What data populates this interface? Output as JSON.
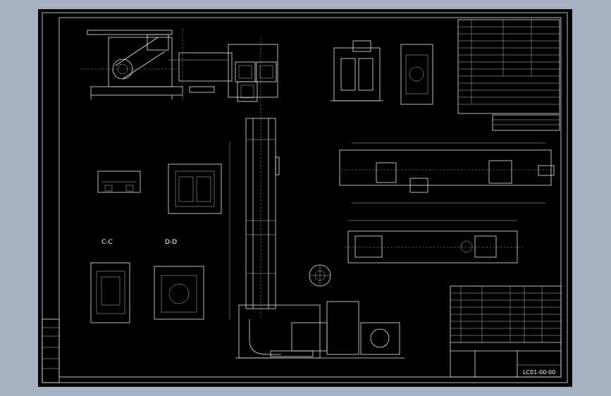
{
  "cad": {
    "background_color": "#000000",
    "frame_color": "#a6b1c1",
    "line_color": "#ffffff"
  },
  "views": {
    "section_c": {
      "label": "C-C"
    },
    "section_d": {
      "label": "D-D"
    }
  },
  "title_block": {
    "drawing_code": "LC01-00-00"
  }
}
